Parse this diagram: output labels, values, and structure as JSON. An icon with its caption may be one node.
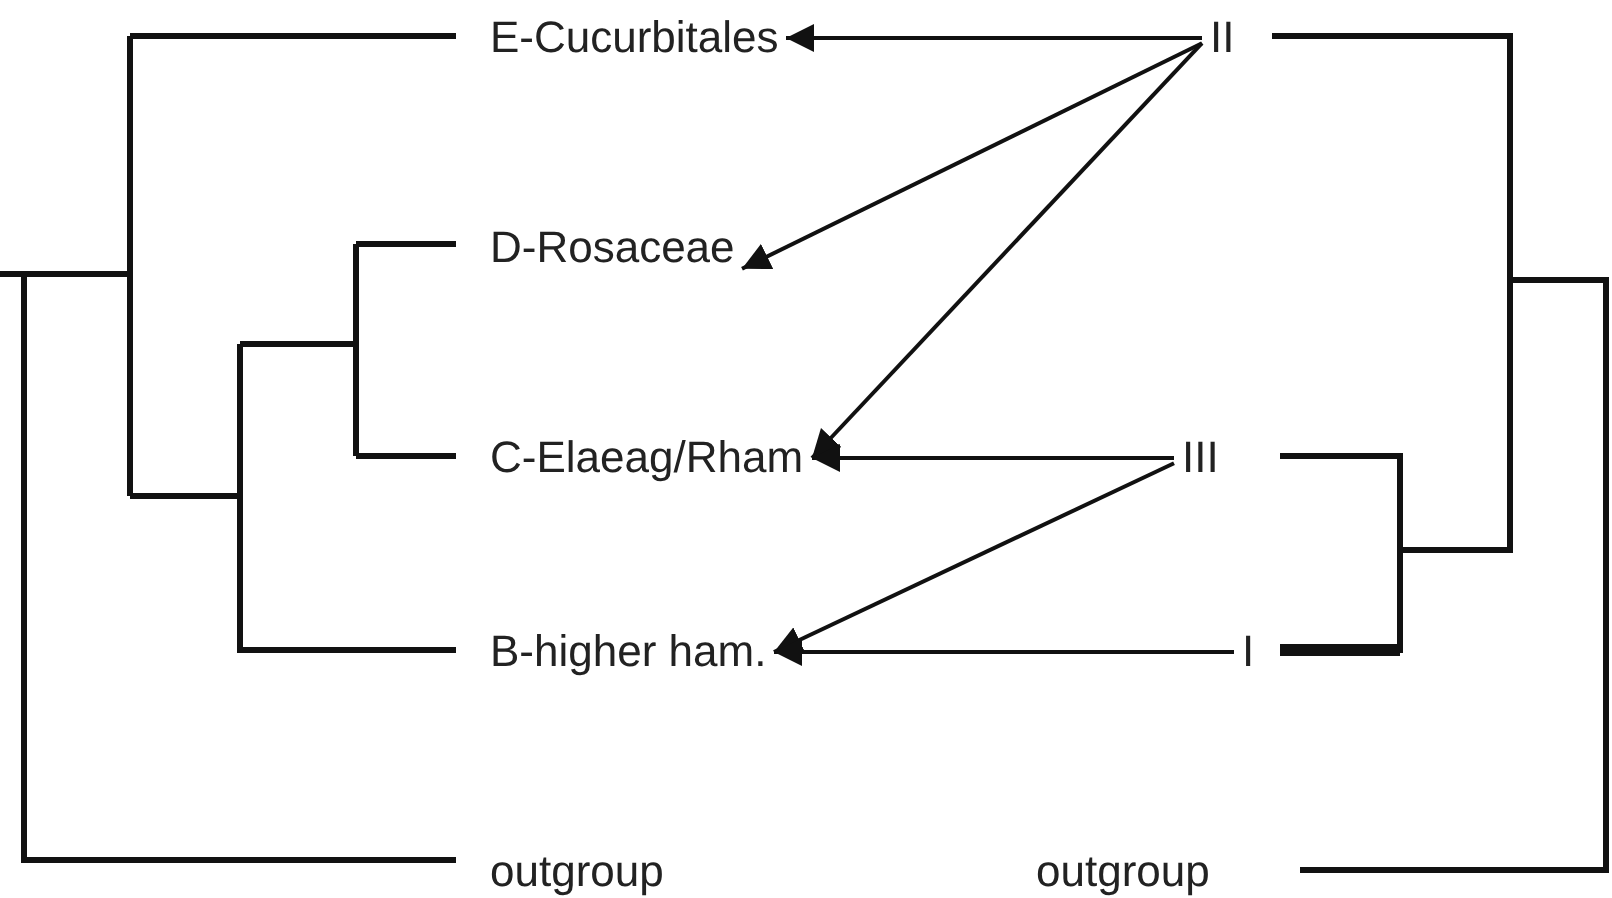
{
  "diagram": {
    "nodes": [
      {
        "text": [
          "E-Cucurbitales"
        ]
      },
      {
        "text": [
          "D-Rosaceae"
        ]
      },
      {
        "text": [
          "C-Elaeag/Rham"
        ]
      },
      {
        "text": [
          "B-higher ham."
        ]
      },
      {
        "text": [
          "outgroup"
        ]
      },
      {
        "text": [
          "II"
        ]
      },
      {
        "text": [
          "III"
        ]
      },
      {
        "text": [
          "I"
        ]
      },
      {
        "text": [
          "outgroup"
        ]
      }
    ],
    "edges": [
      {
        "from": 5,
        "to": 0,
        "arrow": "to"
      },
      {
        "from": 5,
        "to": 1,
        "arrow": "to"
      },
      {
        "from": 5,
        "to": 2,
        "arrow": "to"
      },
      {
        "from": 6,
        "to": 2,
        "arrow": "to"
      },
      {
        "from": 6,
        "to": 3,
        "arrow": "to"
      },
      {
        "from": 7,
        "to": 3,
        "arrow": "to"
      }
    ]
  }
}
